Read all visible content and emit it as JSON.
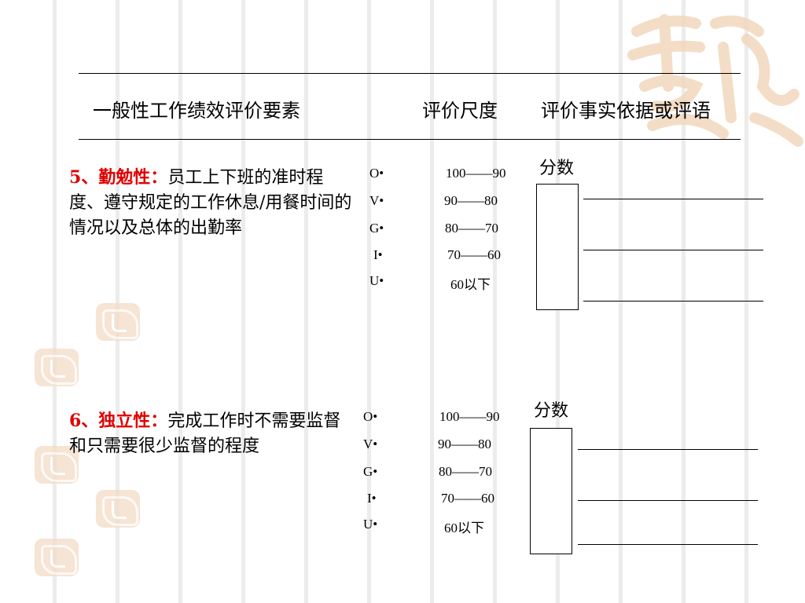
{
  "header": {
    "col1": "一般性工作绩效评价要素",
    "col2": "评价尺度",
    "col3": "评价事实依据或评语"
  },
  "sections": [
    {
      "title_num": "5、勤勉性：",
      "title_text": "员工上下班的准时程度、遵守规定的工作休息/用餐时间的情况以及总体的出勤率",
      "score_label": "分数",
      "scale": [
        {
          "grade": "O•",
          "range": "100——90"
        },
        {
          "grade": "V•",
          "range": "90——80"
        },
        {
          "grade": "G•",
          "range": "80——70"
        },
        {
          "grade": "I•",
          "range": "70——60"
        },
        {
          "grade": "U•",
          "range": "60以下"
        }
      ]
    },
    {
      "title_num": "6、独立性：",
      "title_text": "完成工作时不需要监督和只需要很少监督的程度",
      "score_label": "分数",
      "scale": [
        {
          "grade": "O•",
          "range": "100——90"
        },
        {
          "grade": "V•",
          "range": "90——80"
        },
        {
          "grade": "G•",
          "range": "80——70"
        },
        {
          "grade": "I•",
          "range": "70——60"
        },
        {
          "grade": "U•",
          "range": "60以下"
        }
      ]
    }
  ],
  "colors": {
    "accent_red": "#e00000",
    "seal": "#f4dcc6"
  }
}
